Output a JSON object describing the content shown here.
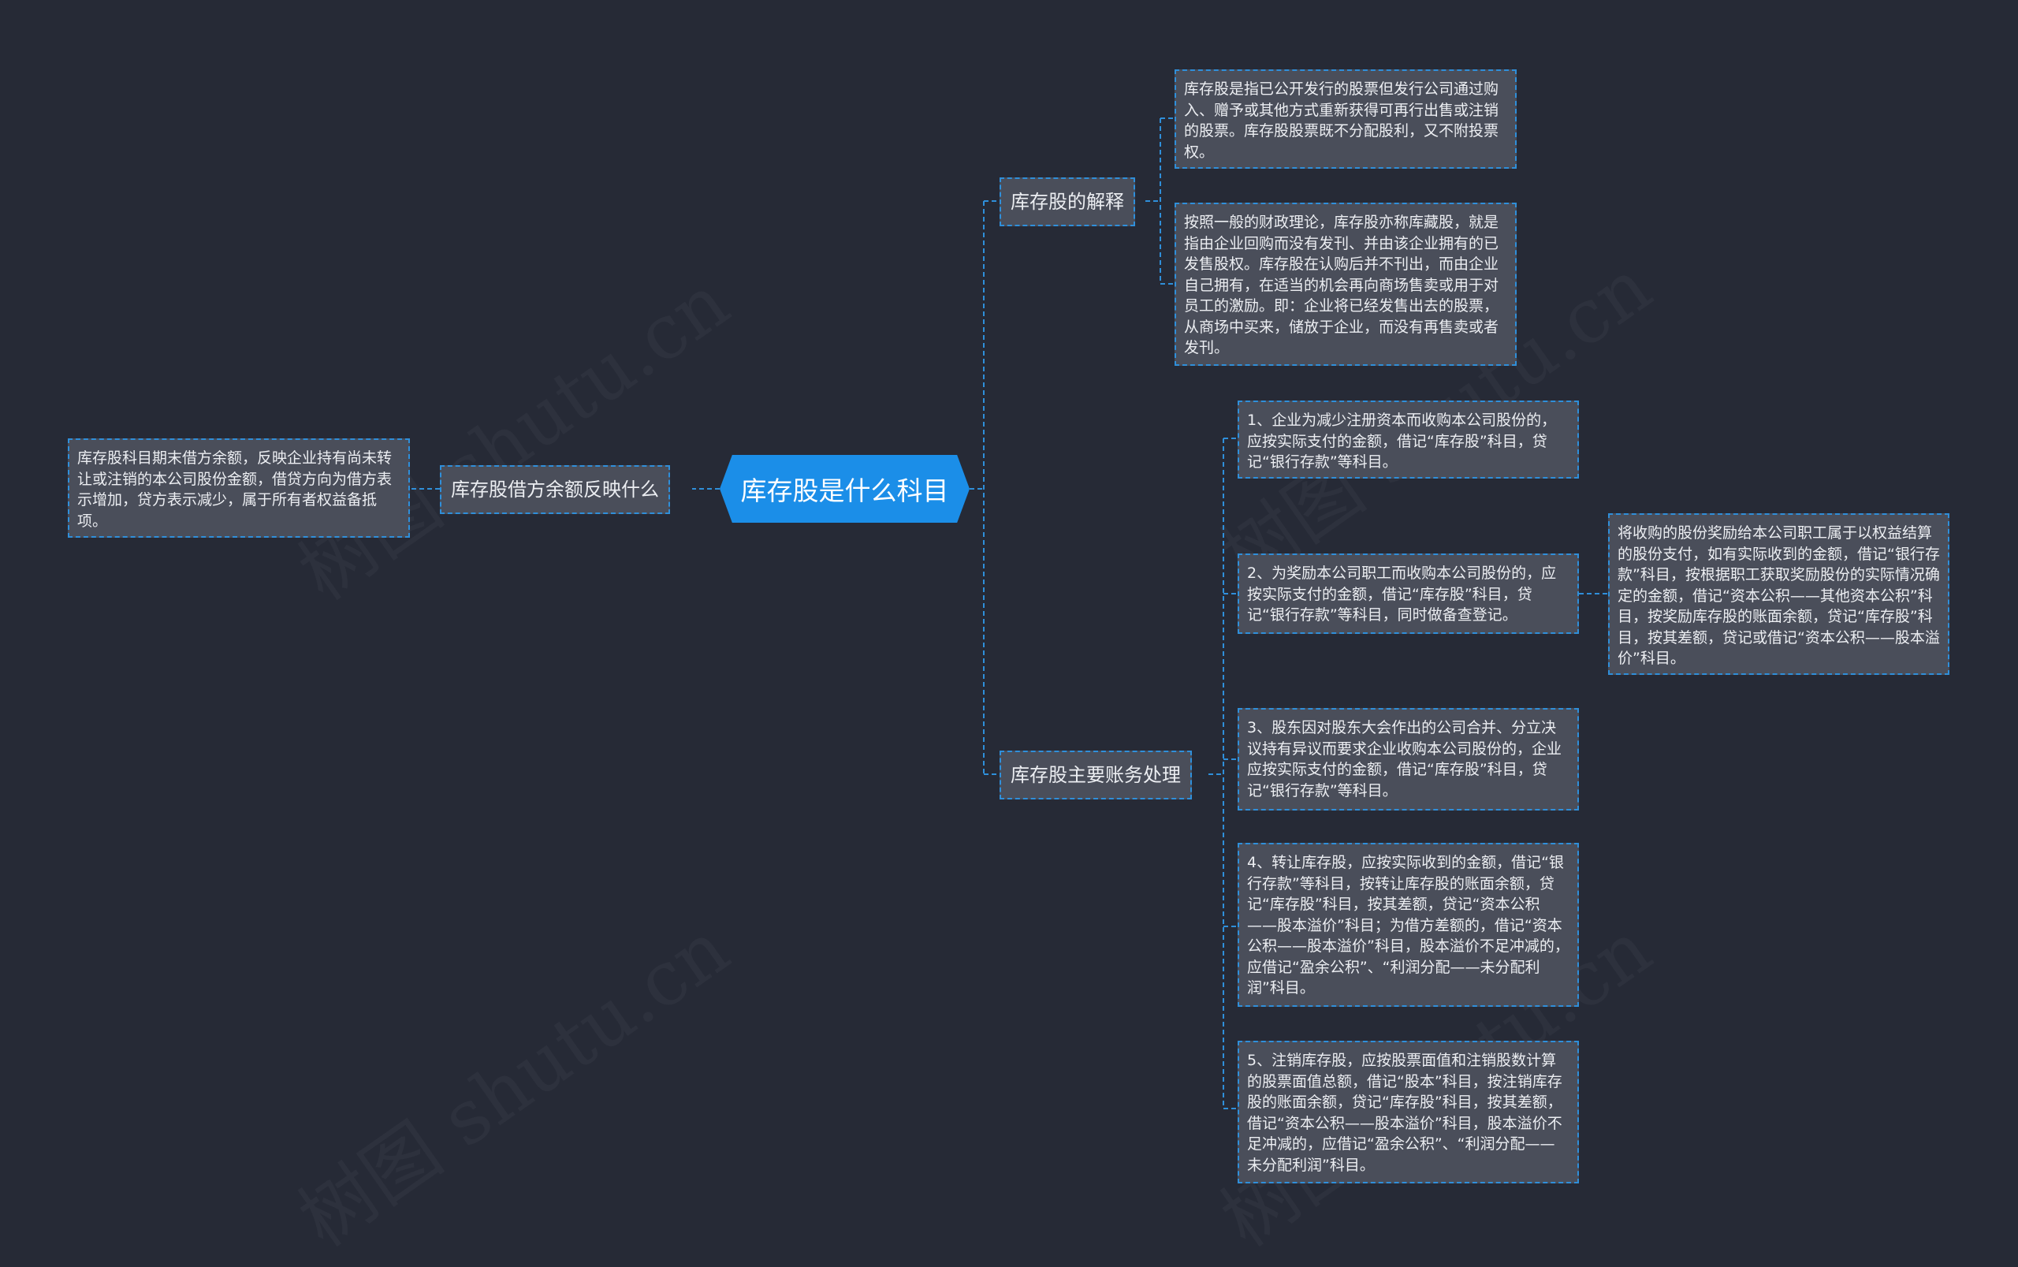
{
  "root": {
    "label": "库存股是什么科目"
  },
  "branches": {
    "explain": {
      "label": "库存股的解释"
    },
    "balance": {
      "label": "库存股借方余额反映什么"
    },
    "accounting": {
      "label": "库存股主要账务处理"
    }
  },
  "leaves": {
    "explain_1": "库存股是指已公开发行的股票但发行公司通过购入、赠予或其他方式重新获得可再行出售或注销的股票。库存股股票既不分配股利，又不附投票权。",
    "explain_2": "按照一般的财政理论，库存股亦称库藏股，就是指由企业回购而没有发刊、并由该企业拥有的已发售股权。库存股在认购后并不刊出，而由企业自己拥有，在适当的机会再向商场售卖或用于对员工的激励。即：企业将已经发售出去的股票，从商场中买来，储放于企业，而没有再售卖或者发刊。",
    "balance_1": "库存股科目期末借方余额，反映企业持有尚未转让或注销的本公司股份金额，借贷方向为借方表示增加，贷方表示减少，属于所有者权益备抵项。",
    "acct_1": "1、企业为减少注册资本而收购本公司股份的，应按实际支付的金额，借记“库存股”科目，贷记“银行存款”等科目。",
    "acct_2": "2、为奖励本公司职工而收购本公司股份的，应按实际支付的金额，借记“库存股”科目，贷记“银行存款”等科目，同时做备查登记。",
    "acct_2_sub": "将收购的股份奖励给本公司职工属于以权益结算的股份支付，如有实际收到的金额，借记“银行存款”科目，按根据职工获取奖励股份的实际情况确定的金额，借记“资本公积——其他资本公积”科目，按奖励库存股的账面余额，贷记“库存股”科目，按其差额，贷记或借记“资本公积——股本溢价”科目。",
    "acct_3": "3、股东因对股东大会作出的公司合并、分立决议持有异议而要求企业收购本公司股份的，企业应按实际支付的金额，借记“库存股”科目，贷记“银行存款”等科目。",
    "acct_4": "4、转让库存股，应按实际收到的金额，借记“银行存款”等科目，按转让库存股的账面余额，贷记“库存股”科目，按其差额，贷记“资本公积——股本溢价”科目；为借方差额的，借记“资本公积——股本溢价”科目，股本溢价不足冲减的，应借记“盈余公积”、“利润分配——未分配利润”科目。",
    "acct_5": "5、注销库存股，应按股票面值和注销股数计算的股票面值总额，借记“股本”科目，按注销库存股的账面余额，贷记“库存股”科目，按其差额，借记“资本公积——股本溢价”科目，股本溢价不足冲减的，应借记“盈余公积”、“利润分配——未分配利润”科目。"
  },
  "watermark": "树图 shutu.cn",
  "colors": {
    "background": "#262a36",
    "root": "#1b8ee8",
    "node": "#4a4e5a",
    "connector": "#2f8fda"
  }
}
